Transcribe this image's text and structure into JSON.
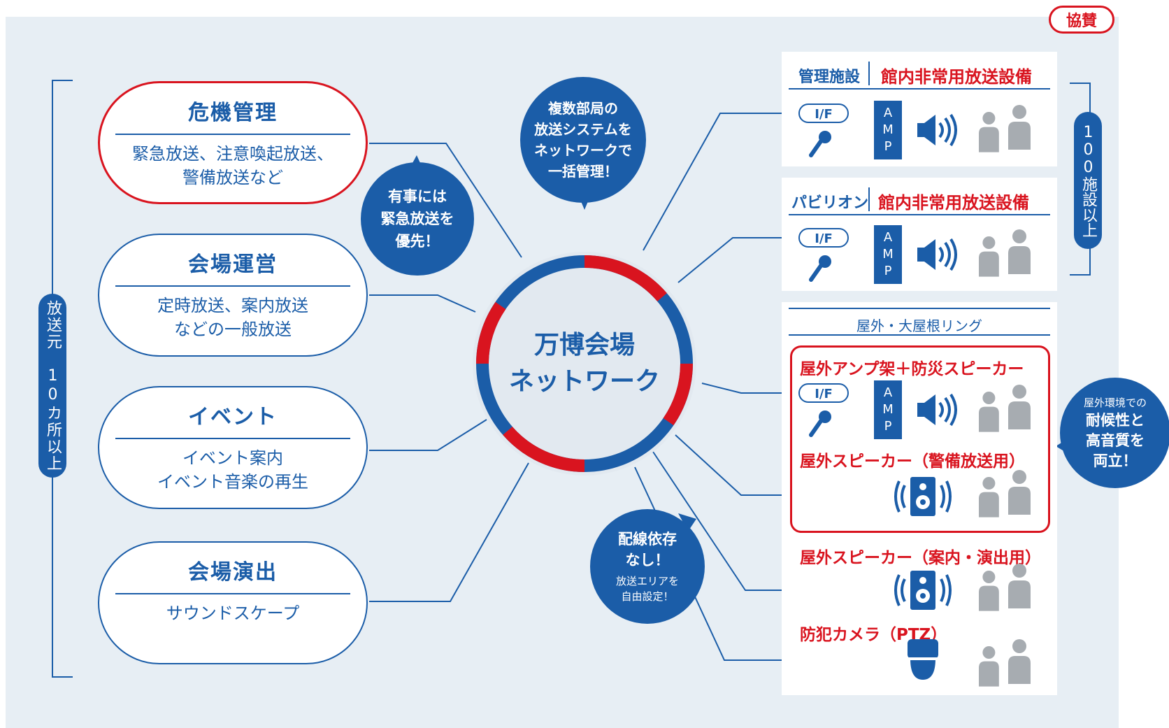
{
  "sponsor_badge": "協賛",
  "left_side_label": "放送元　10カ所以上",
  "right_side_label": "100施設以上",
  "center": {
    "line1": "万博会場",
    "line2": "ネットワーク"
  },
  "sources": [
    {
      "title": "危機管理",
      "desc": "緊急放送、注意喚起放送、\n警備放送など"
    },
    {
      "title": "会場運営",
      "desc": "定時放送、案内放送\nなどの一般放送"
    },
    {
      "title": "イベント",
      "desc": "イベント案内\nイベント音楽の再生"
    },
    {
      "title": "会場演出",
      "desc": "サウンドスケープ"
    }
  ],
  "bubbles": {
    "top": "複数部局の\n放送システムを\nネットワークで\n一括管理！",
    "priority": "有事には\n緊急放送を\n優先！",
    "wiring_main": "配線依存\nなし！",
    "wiring_sub": "放送エリアを\n自由設定！",
    "weather_small": "屋外環境での",
    "weather_big": "耐候性と\n高音質を\n両立！"
  },
  "panels": {
    "mgmt": {
      "label": "管理施設",
      "title": "館内非常用放送設備"
    },
    "pavilion": {
      "label": "パビリオン",
      "title": "館内非常用放送設備"
    },
    "outdoor": {
      "header": "屋外・大屋根リング",
      "amp_rack": "屋外アンプ架＋防災スピーカー",
      "speaker_security": "屋外スピーカー（警備放送用）",
      "speaker_info": "屋外スピーカー（案内・演出用）",
      "camera": "防犯カメラ（PTZ）"
    },
    "if_label": "I/F",
    "amp_label": [
      "A",
      "M",
      "P"
    ]
  },
  "icons": [
    "microphone-icon",
    "speaker-horn-icon",
    "speaker-box-icon",
    "dome-camera-icon",
    "people-icon"
  ],
  "colors": {
    "blue": "#1b5da8",
    "red": "#d9141f",
    "bg": "#e7eef4",
    "gray": "#a7acb1"
  }
}
